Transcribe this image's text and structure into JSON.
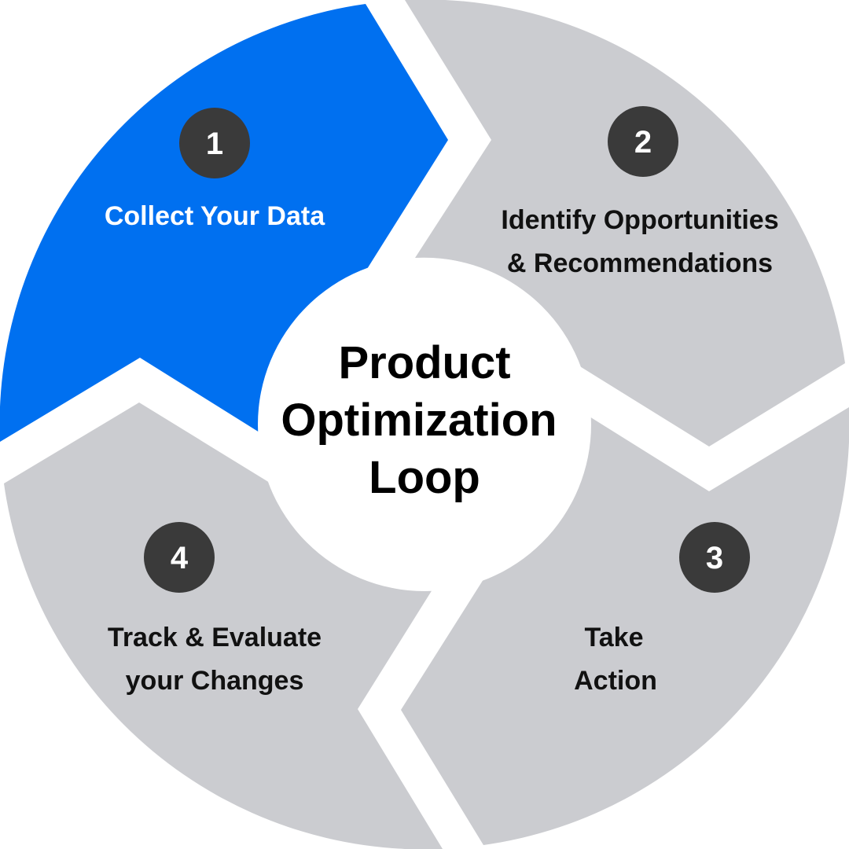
{
  "diagram": {
    "center_title": [
      "Product",
      "Optimization",
      "Loop"
    ],
    "colors": {
      "active_segment": "#0070f0",
      "inactive_segment": "#cbccd0",
      "badge": "#3a3a3a",
      "badge_text": "#ffffff",
      "active_label": "#ffffff",
      "inactive_label": "#111111",
      "center_fill": "#ffffff"
    },
    "steps": [
      {
        "number": "1",
        "label": [
          "Collect Your Data"
        ],
        "active": true
      },
      {
        "number": "2",
        "label": [
          "Identify Opportunities",
          "& Recommendations"
        ],
        "active": false
      },
      {
        "number": "3",
        "label": [
          "Take",
          "Action"
        ],
        "active": false
      },
      {
        "number": "4",
        "label": [
          "Track & Evaluate",
          "your Changes"
        ],
        "active": false
      }
    ]
  }
}
